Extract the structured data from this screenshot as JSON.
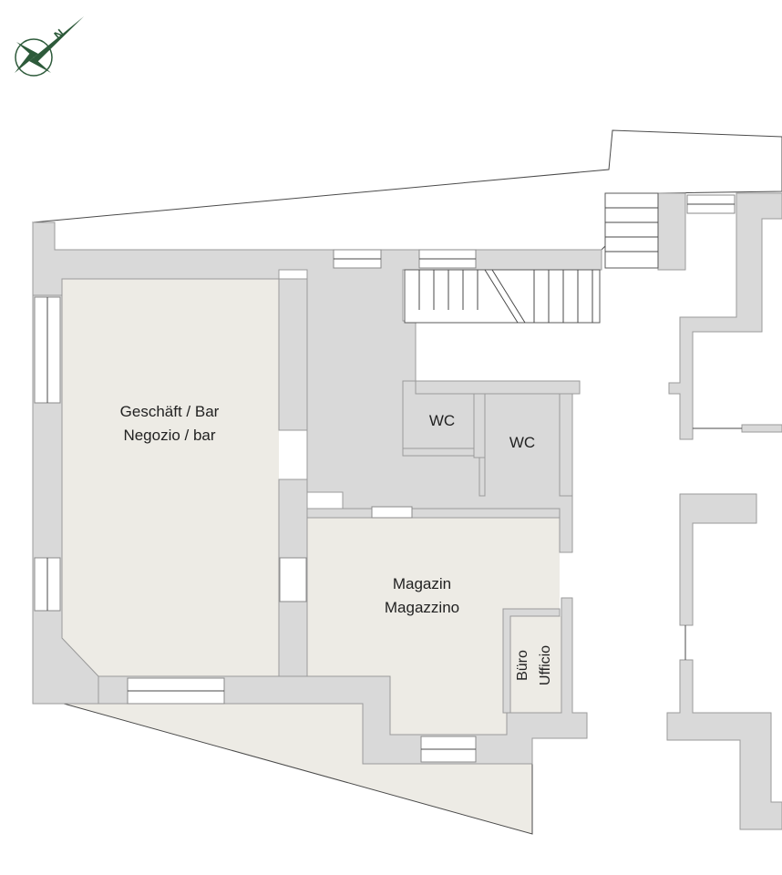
{
  "compass": {
    "north_letter": "N",
    "color": "#2d5a3a"
  },
  "rooms": {
    "shop": {
      "line1": "Geschäft / Bar",
      "line2": "Negozio / bar"
    },
    "wc1": {
      "label": "WC"
    },
    "wc2": {
      "label": "WC"
    },
    "storage": {
      "line1": "Magazin",
      "line2": "Magazzino"
    },
    "office": {
      "line1": "Büro",
      "line2": "Ufficio"
    }
  },
  "colors": {
    "wall": "#d9d9d9",
    "floor": "#edebe5",
    "accent": "#2d5a3a"
  }
}
